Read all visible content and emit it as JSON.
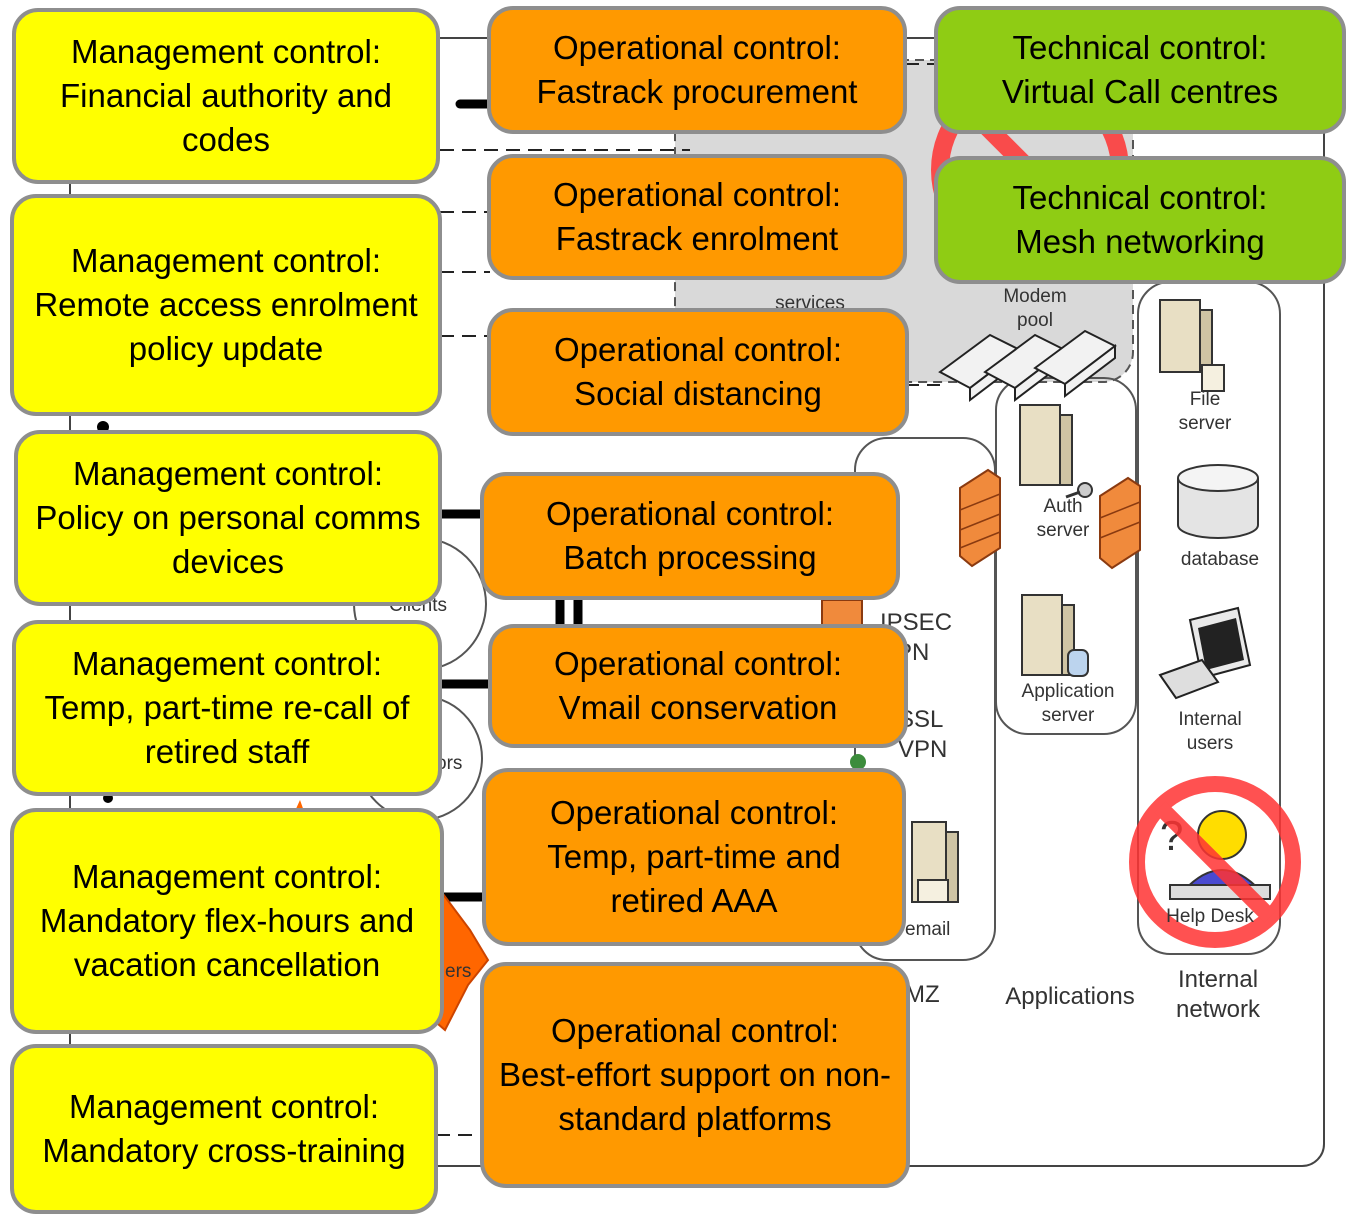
{
  "management_controls": [
    {
      "heading": "Management control:",
      "text": "Financial authority and codes"
    },
    {
      "heading": "Management control:",
      "text": "Remote access enrolment policy update"
    },
    {
      "heading": "Management control:",
      "text": "Policy on personal comms devices"
    },
    {
      "heading": "Management control:",
      "text": "Temp, part-time re-call of retired staff"
    },
    {
      "heading": "Management control:",
      "text": "Mandatory flex-hours and vacation cancellation"
    },
    {
      "heading": "Management control:",
      "text": "Mandatory cross-training"
    }
  ],
  "operational_controls": [
    {
      "heading": "Operational control:",
      "text": "Fastrack procurement"
    },
    {
      "heading": "Operational control:",
      "text": "Fastrack enrolment"
    },
    {
      "heading": "Operational control:",
      "text": "Social distancing"
    },
    {
      "heading": "Operational control:",
      "text": "Batch processing"
    },
    {
      "heading": "Operational control:",
      "text": "Vmail conservation"
    },
    {
      "heading": "Operational control:",
      "text": "Temp, part-time and retired AAA"
    },
    {
      "heading": "Operational control:",
      "text": "Best-effort support on non-standard platforms"
    }
  ],
  "technical_controls": [
    {
      "heading": "Technical control:",
      "text": "Virtual Call centres"
    },
    {
      "heading": "Technical control:",
      "text": "Mesh networking"
    }
  ],
  "network_labels": {
    "modem_pool": "Modem pool",
    "services": "services",
    "file_server": "File server",
    "auth_server": "Auth server",
    "database": "database",
    "application_server": "Application server",
    "internal_users": "Internal users",
    "help_desk": "Help Desk",
    "ipsec_vpn": "IPSEC VPN",
    "ssl_vpn": "SSL VPN",
    "email": "email",
    "dmz": "MZ",
    "applications": "Applications",
    "internal_network": "Internal network",
    "clients": "Clients",
    "ors": "ors",
    "ers": "ers"
  },
  "colors": {
    "management": "#ffff00",
    "operational": "#ff9900",
    "technical": "#8fcc14",
    "box_border": "#8e8e8e",
    "prohibited": "#ff3333"
  }
}
